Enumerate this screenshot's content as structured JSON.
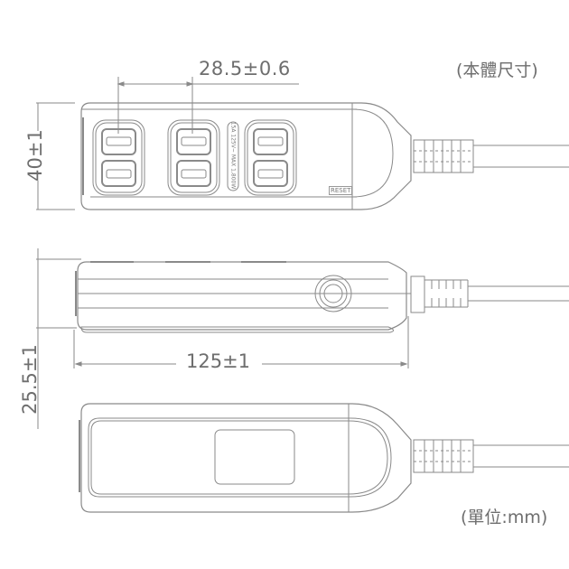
{
  "notes": {
    "title": "(本體尺寸)",
    "unit": "(單位:mm)"
  },
  "dimensions": {
    "socket_pitch": "28.5±0.6",
    "height_top_view": "40±1",
    "thickness_side_view": "25.5±1",
    "length": "125±1"
  },
  "device_labels": {
    "reset": "RESET",
    "rating": "15A 125V~ MAX 1,800W"
  },
  "views": [
    {
      "name": "top-view",
      "sockets": 3
    },
    {
      "name": "side-view"
    },
    {
      "name": "bottom-view"
    }
  ],
  "colors": {
    "line": "#8a8a8a",
    "text": "#6e6e6e",
    "background": "#ffffff"
  }
}
